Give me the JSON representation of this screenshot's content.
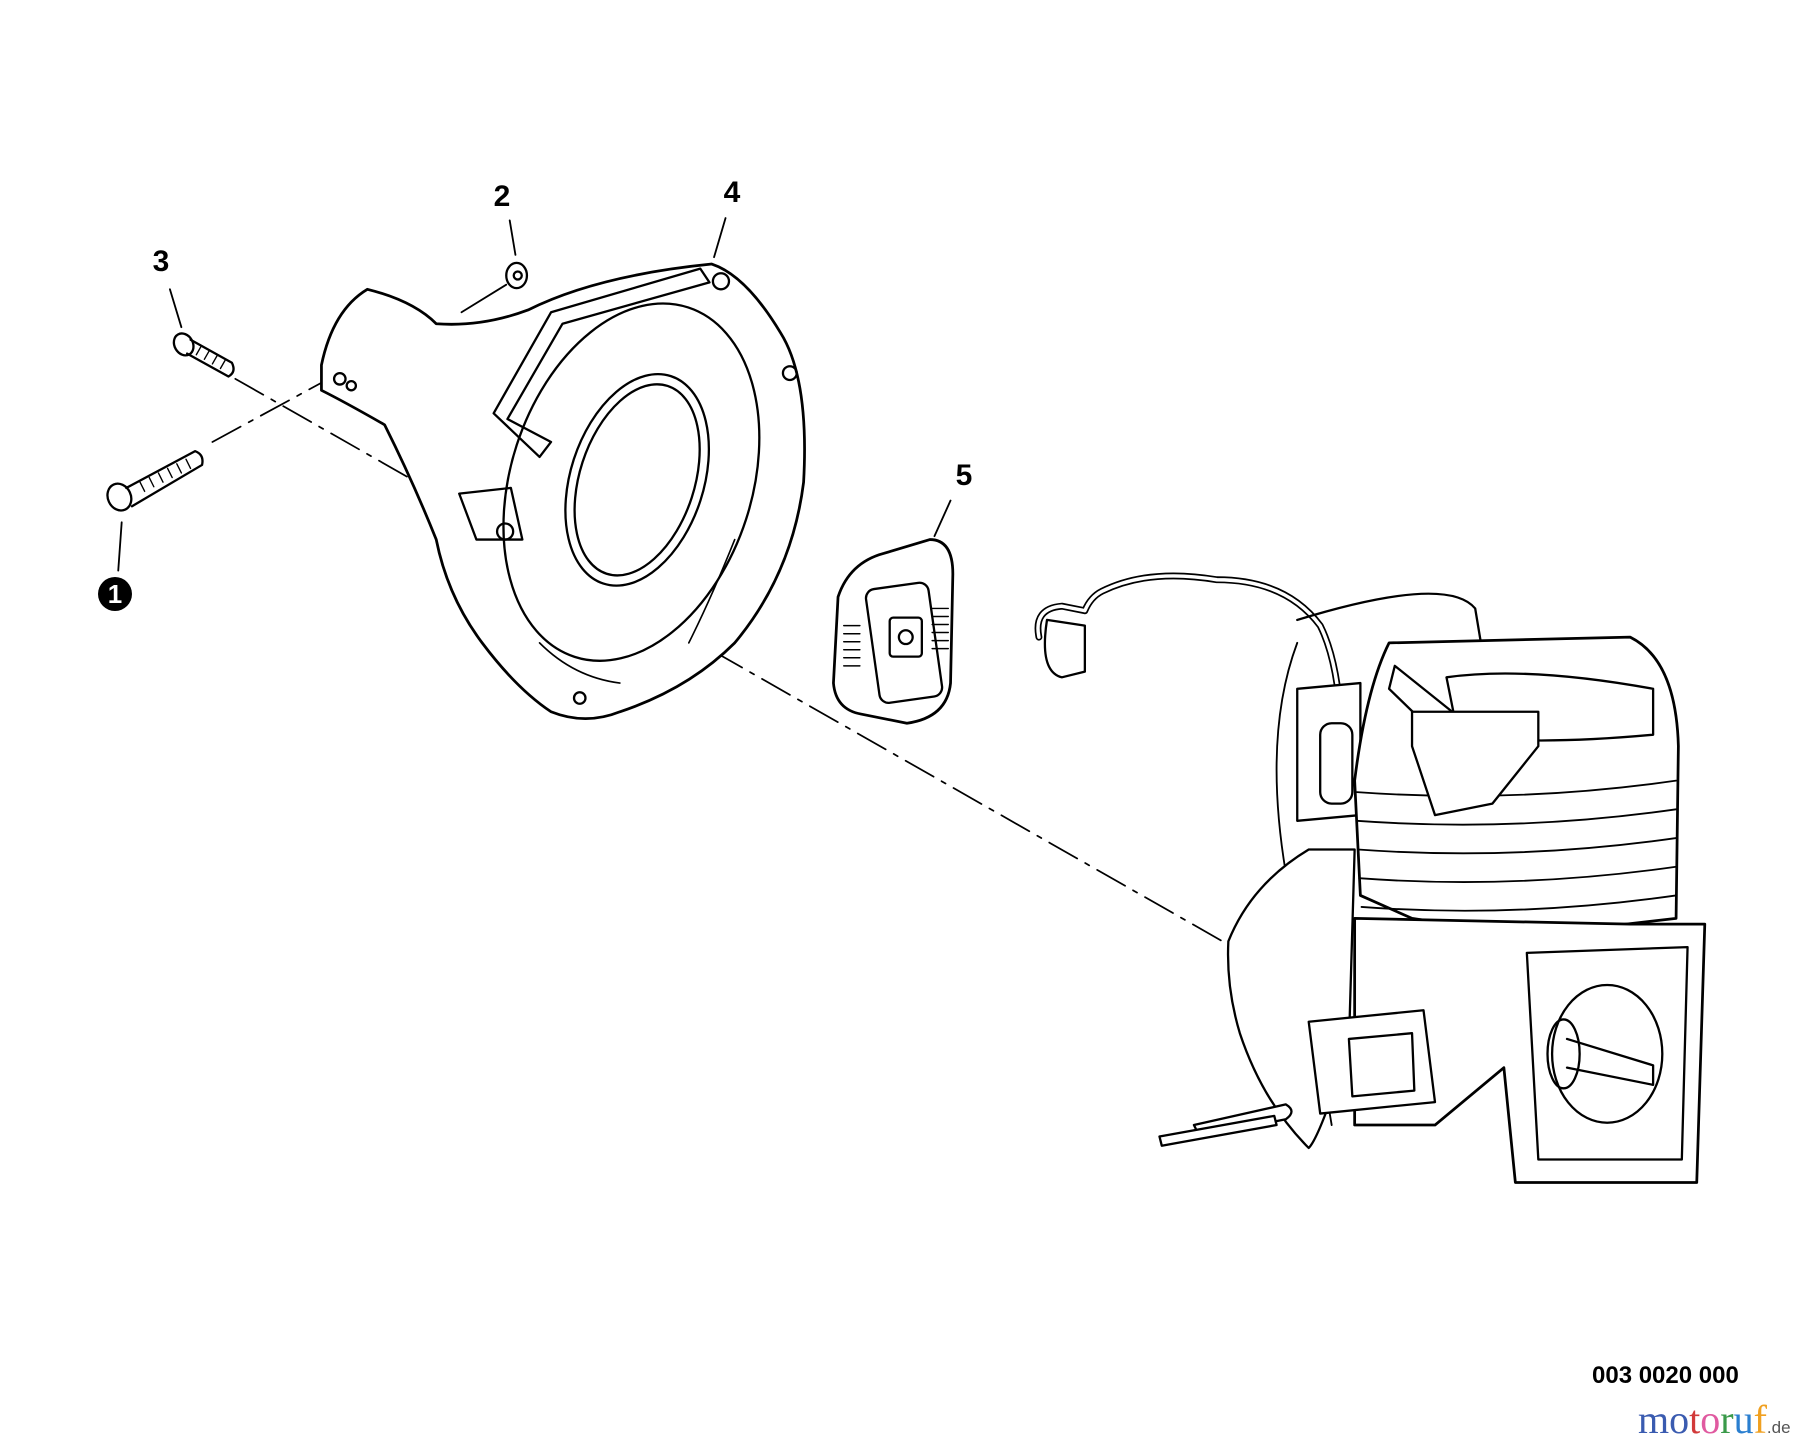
{
  "diagram": {
    "callouts": [
      {
        "id": "1",
        "label": "1",
        "style": "filled-circle"
      },
      {
        "id": "2",
        "label": "2"
      },
      {
        "id": "3",
        "label": "3"
      },
      {
        "id": "4",
        "label": "4"
      },
      {
        "id": "5",
        "label": "5"
      }
    ],
    "drawing_code": "003 0020 000",
    "logo": {
      "text": "motoruf",
      "suffix": ".de",
      "letter_colors": [
        "#3a5bb0",
        "#3a5bb0",
        "#d23a3a",
        "#e05aa0",
        "#3a9a4a",
        "#2a7fd0",
        "#f0a020"
      ]
    }
  }
}
